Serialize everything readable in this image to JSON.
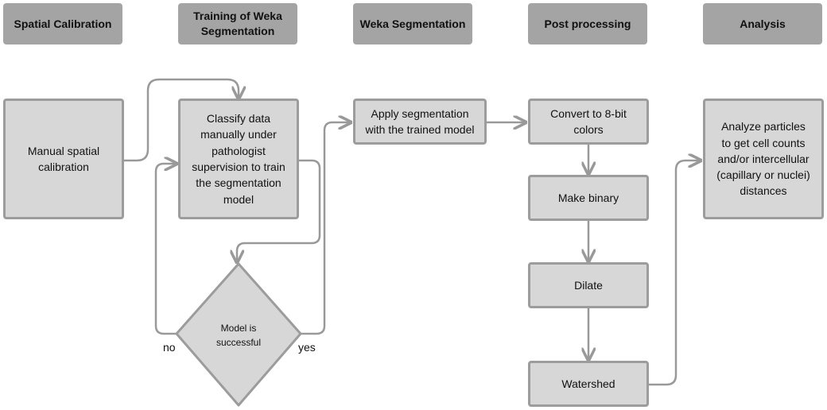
{
  "headers": [
    "Spatial Calibration",
    "Training of Weka\nSegmentation",
    "Weka Segmentation",
    "Post processing",
    "Analysis"
  ],
  "nodes": {
    "manual_calibration": "Manual spatial\ncalibration",
    "classify": "Classify data\nmanually under\npathologist\nsupervision to train\nthe segmentation\nmodel",
    "decision": "Model is\nsuccessful",
    "apply": "Apply segmentation\nwith the trained model",
    "convert": "Convert to 8-bit\ncolors",
    "binary": "Make binary",
    "dilate": "Dilate",
    "watershed": "Watershed",
    "analyze": "Analyze particles\nto get cell counts\nand/or intercellular\n(capillary or nuclei)\ndistances"
  },
  "edge_labels": {
    "no": "no",
    "yes": "yes"
  },
  "colors": {
    "header_fill": "#a4a4a4",
    "box_fill": "#d7d7d7",
    "box_border": "#9c9c9c",
    "connector": "#999999"
  }
}
